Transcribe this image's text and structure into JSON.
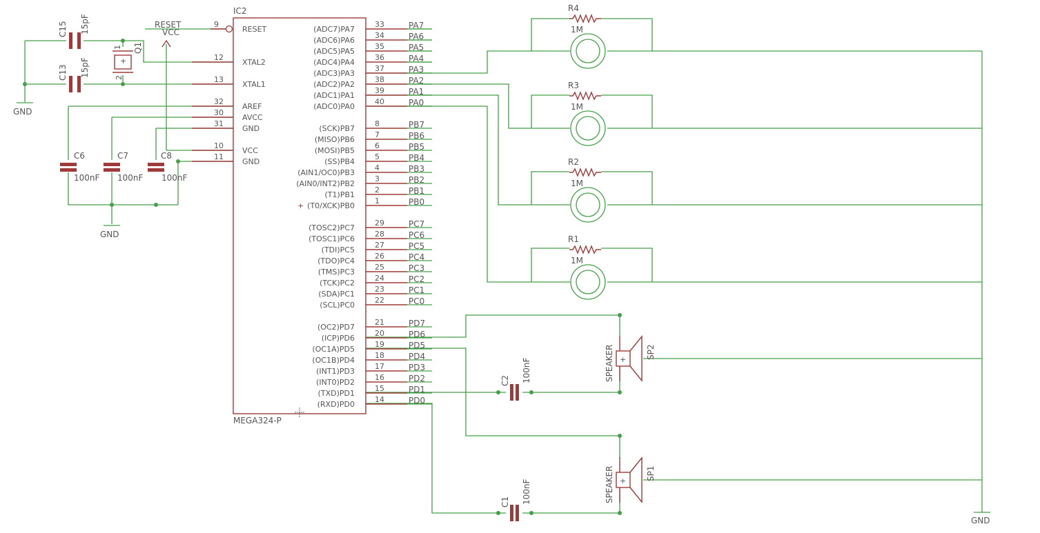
{
  "ic": {
    "name": "IC2",
    "value": "MEGA324-P",
    "left_pins": [
      {
        "num": "9",
        "label": "RESET"
      },
      {
        "num": "12",
        "label": "XTAL2"
      },
      {
        "num": "13",
        "label": "XTAL1"
      },
      {
        "num": "32",
        "label": "AREF"
      },
      {
        "num": "30",
        "label": "AVCC"
      },
      {
        "num": "31",
        "label": "GND"
      },
      {
        "num": "10",
        "label": "VCC"
      },
      {
        "num": "11",
        "label": "GND"
      }
    ],
    "right_pins": [
      {
        "num": "33",
        "label": "(ADC7)PA7",
        "net": "PA7"
      },
      {
        "num": "34",
        "label": "(ADC6)PA6",
        "net": "PA6"
      },
      {
        "num": "35",
        "label": "(ADC5)PA5",
        "net": "PA5"
      },
      {
        "num": "36",
        "label": "(ADC4)PA4",
        "net": "PA4"
      },
      {
        "num": "37",
        "label": "(ADC3)PA3",
        "net": "PA3"
      },
      {
        "num": "38",
        "label": "(ADC2)PA2",
        "net": "PA2"
      },
      {
        "num": "39",
        "label": "(ADC1)PA1",
        "net": "PA1"
      },
      {
        "num": "40",
        "label": "(ADC0)PA0",
        "net": "PA0"
      },
      {
        "num": "8",
        "label": "(SCK)PB7",
        "net": "PB7"
      },
      {
        "num": "7",
        "label": "(MISO)PB6",
        "net": "PB6"
      },
      {
        "num": "6",
        "label": "(MOSI)PB5",
        "net": "PB5"
      },
      {
        "num": "5",
        "label": "(SS)PB4",
        "net": "PB4"
      },
      {
        "num": "4",
        "label": "(AIN1/OC0)PB3",
        "net": "PB3"
      },
      {
        "num": "3",
        "label": "(AIN0/INT2)PB2",
        "net": "PB2"
      },
      {
        "num": "2",
        "label": "(T1)PB1",
        "net": "PB1"
      },
      {
        "num": "1",
        "label": "(T0/XCK)PB0",
        "net": "PB0"
      },
      {
        "num": "29",
        "label": "(TOSC2)PC7",
        "net": "PC7"
      },
      {
        "num": "28",
        "label": "(TOSC1)PC6",
        "net": "PC6"
      },
      {
        "num": "27",
        "label": "(TDI)PC5",
        "net": "PC5"
      },
      {
        "num": "26",
        "label": "(TDO)PC4",
        "net": "PC4"
      },
      {
        "num": "25",
        "label": "(TMS)PC3",
        "net": "PC3"
      },
      {
        "num": "24",
        "label": "(TCK)PC2",
        "net": "PC2"
      },
      {
        "num": "23",
        "label": "(SDA)PC1",
        "net": "PC1"
      },
      {
        "num": "22",
        "label": "(SCL)PC0",
        "net": "PC0"
      },
      {
        "num": "21",
        "label": "(OC2)PD7",
        "net": "PD7"
      },
      {
        "num": "20",
        "label": "(ICP)PD6",
        "net": "PD6"
      },
      {
        "num": "19",
        "label": "(OC1A)PD5",
        "net": "PD5"
      },
      {
        "num": "18",
        "label": "(OC1B)PD4",
        "net": "PD4"
      },
      {
        "num": "17",
        "label": "(INT1)PD3",
        "net": "PD3"
      },
      {
        "num": "16",
        "label": "(INT0)PD2",
        "net": "PD2"
      },
      {
        "num": "15",
        "label": "(TXD)PD1",
        "net": "PD1"
      },
      {
        "num": "14",
        "label": "(RXD)PD0",
        "net": "PD0"
      }
    ]
  },
  "crystal": {
    "name": "Q1",
    "pin1": "1",
    "pin2": "2"
  },
  "capacitors": {
    "c15": {
      "name": "C15",
      "value": "15pF"
    },
    "c13": {
      "name": "C13",
      "value": "15pF"
    },
    "c6": {
      "name": "C6",
      "value": "100nF"
    },
    "c7": {
      "name": "C7",
      "value": "100nF"
    },
    "c8": {
      "name": "C8",
      "value": "100nF"
    },
    "c2": {
      "name": "C2",
      "value": "100nF"
    },
    "c1": {
      "name": "C1",
      "value": "100nF"
    }
  },
  "resistors": [
    {
      "name": "R4",
      "value": "1M"
    },
    {
      "name": "R3",
      "value": "1M"
    },
    {
      "name": "R2",
      "value": "1M"
    },
    {
      "name": "R1",
      "value": "1M"
    }
  ],
  "speakers": [
    {
      "name": "SP2",
      "value": "SPEAKER"
    },
    {
      "name": "SP1",
      "value": "SPEAKER"
    }
  ],
  "net_labels": {
    "reset": "RESET",
    "vcc": "VCC",
    "gnd": "GND"
  },
  "colors": {
    "wire": "#43a047",
    "part": "#9e3a3a",
    "text": "#555555"
  }
}
